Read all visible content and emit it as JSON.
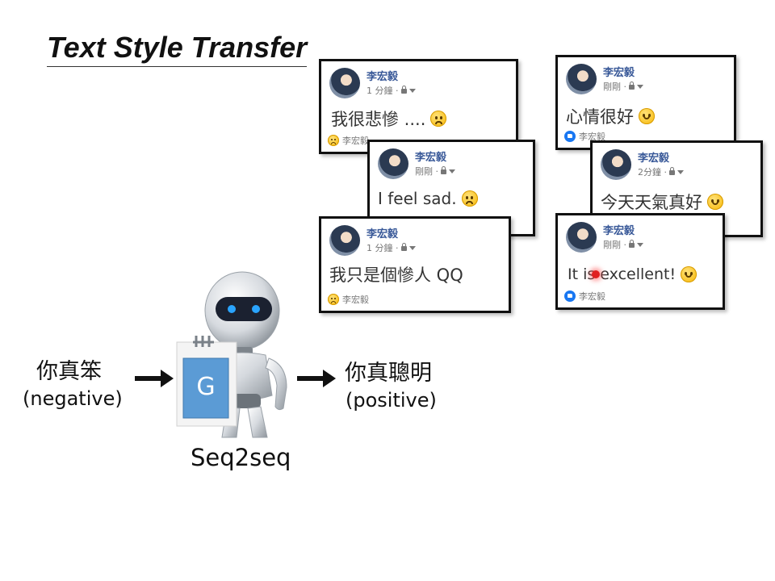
{
  "title": "Text Style Transfer",
  "model_label": "Seq2seq",
  "generator_letter": "G",
  "input": {
    "text": "你真笨",
    "style": "(negative)"
  },
  "output": {
    "text": "你真聰明",
    "style": "(positive)"
  },
  "posts": [
    {
      "user": "李宏毅",
      "time": "1 分鐘 ·",
      "message": "我很悲慘 ....",
      "emoji": "sad",
      "reaction_user": "李宏毅",
      "reaction": "sad"
    },
    {
      "user": "李宏毅",
      "time": "剛剛 ·",
      "message": "I feel sad.",
      "emoji": "sad",
      "reaction_user": "",
      "reaction": ""
    },
    {
      "user": "李宏毅",
      "time": "1 分鐘 ·",
      "message": "我只是個慘人 QQ",
      "emoji": "",
      "reaction_user": "李宏毅",
      "reaction": "sad"
    },
    {
      "user": "李宏毅",
      "time": "剛剛 ·",
      "message": "心情很好",
      "emoji": "happy",
      "reaction_user": "李宏毅",
      "reaction": "like"
    },
    {
      "user": "李宏毅",
      "time": "2分鐘 ·",
      "message": "今天天氣真好",
      "emoji": "happy",
      "reaction_user": "",
      "reaction": ""
    },
    {
      "user": "李宏毅",
      "time": "剛剛 ·",
      "message": "It is excellent!",
      "emoji": "happy",
      "reaction_user": "李宏毅",
      "reaction": "like"
    }
  ],
  "colors": {
    "username": "#385898",
    "like": "#1877f2",
    "generator_box": "#5b9bd5"
  }
}
